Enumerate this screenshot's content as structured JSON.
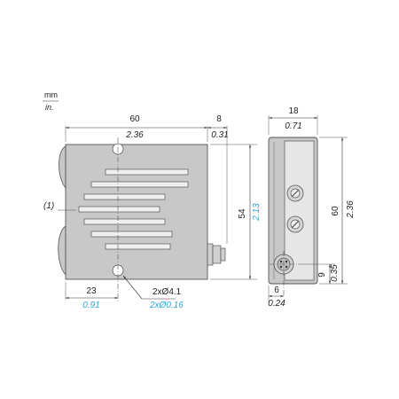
{
  "units": {
    "metric": "mm",
    "imperial": "in."
  },
  "colors": {
    "body_fill": "#c8c8c8",
    "body_stroke": "#555555",
    "slot_fill": "#f0f0f0",
    "blue_text": "#29a6d8"
  },
  "front_view": {
    "width_mm": "60",
    "width_in": "2.36",
    "connector_mm": "8",
    "connector_in": "0.31",
    "height_mm": "54",
    "height_in": "2.13",
    "hole_offset_mm": "23",
    "hole_offset_in": "0.91",
    "holes_mm": "2xØ4.1",
    "holes_in": "2xØ0.16",
    "callout": "(1)"
  },
  "side_view": {
    "width_mm": "18",
    "width_in": "0.71",
    "height_mm": "60",
    "height_in": "2.36",
    "connector_height_mm": "9",
    "connector_height_in": "0.35",
    "connector_offset_mm": "6",
    "connector_offset_in": "0.24"
  }
}
